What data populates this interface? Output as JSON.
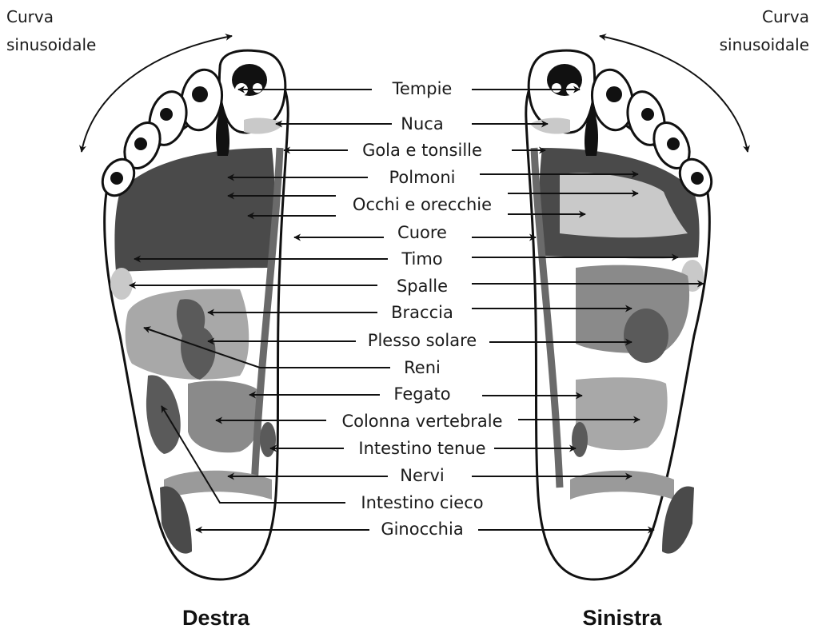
{
  "corners": {
    "left": [
      "Curva",
      "sinusoidale"
    ],
    "right": [
      "Curva",
      "sinusoidale"
    ]
  },
  "feet": {
    "right_title": "Destra",
    "left_title": "Sinistra"
  },
  "labels": [
    "Tempie",
    "Nuca",
    "Gola e tonsille",
    "Polmoni",
    "Occhi e orecchie",
    "Cuore",
    "Timo",
    "Spalle",
    "Braccia",
    "Plesso solare",
    "Reni",
    "Fegato",
    "Colonna vertebrale",
    "Intestino tenue",
    "Nervi",
    "Intestino cieco",
    "Ginocchia"
  ],
  "colors": {
    "outline": "#111111",
    "dark_zone": "#4a4a4a",
    "mid_zone": "#8a8a8a",
    "light_zone": "#c9c9c9"
  }
}
